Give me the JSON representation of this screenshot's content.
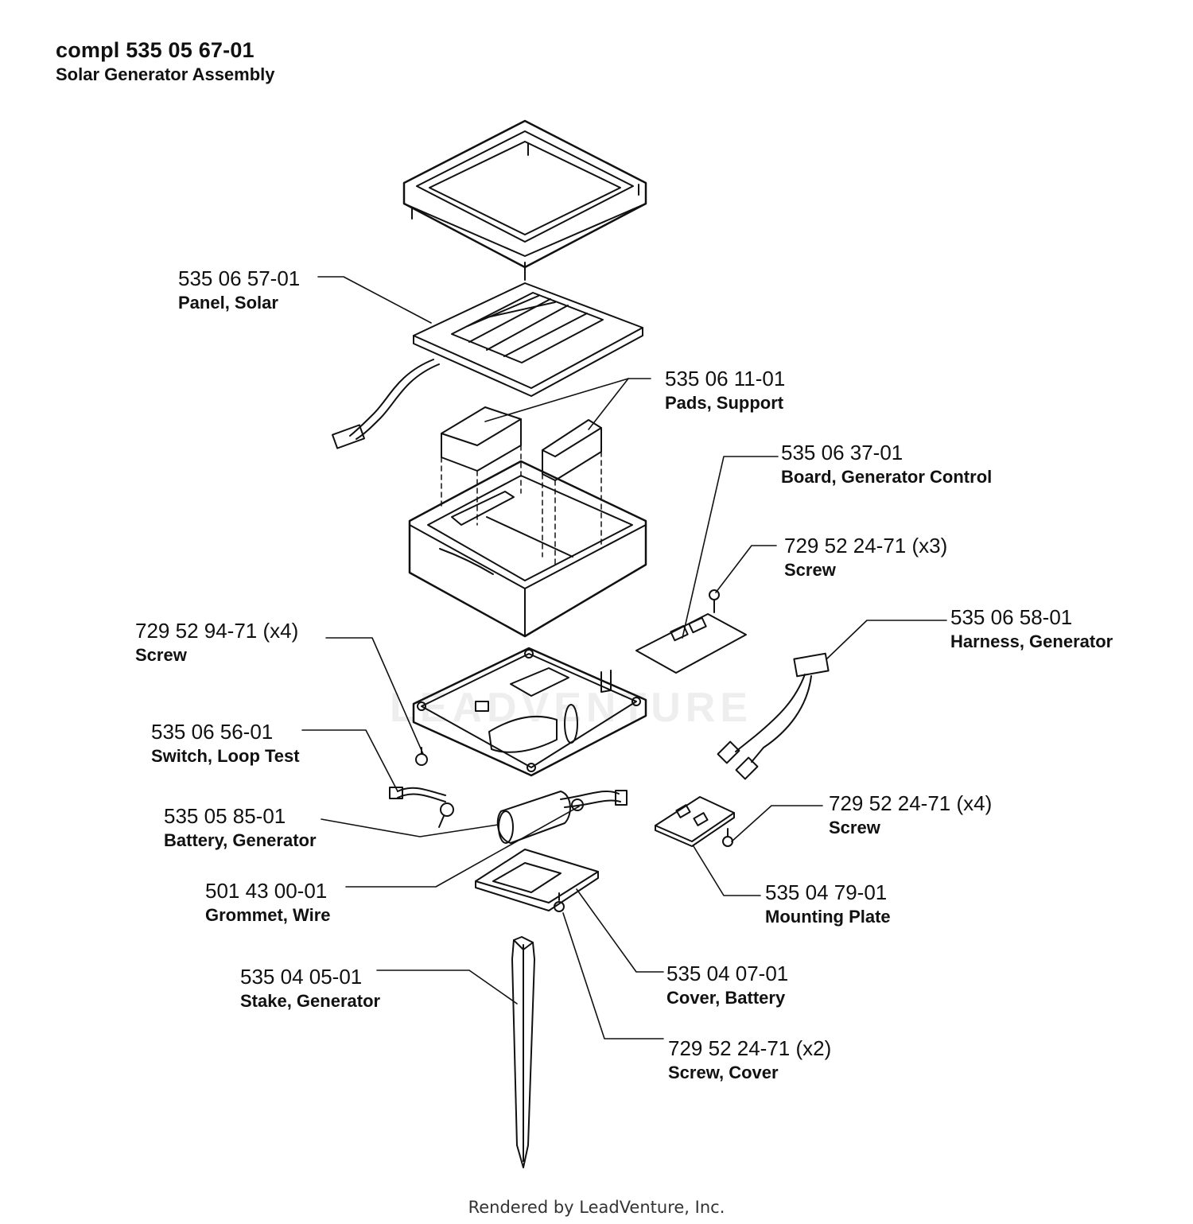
{
  "header": {
    "title": "compl 535 05 67-01",
    "subtitle": "Solar Generator Assembly"
  },
  "parts": [
    {
      "number": "535 06 57-01",
      "name": "Panel, Solar"
    },
    {
      "number": "535 06 11-01",
      "name": "Pads, Support"
    },
    {
      "number": "535 06 37-01",
      "name": "Board, Generator Control"
    },
    {
      "number": "729 52 24-71 (x3)",
      "name": "Screw"
    },
    {
      "number": "535 06 58-01",
      "name": "Harness, Generator"
    },
    {
      "number": "729 52 94-71 (x4)",
      "name": "Screw"
    },
    {
      "number": "535 06 56-01",
      "name": "Switch, Loop Test"
    },
    {
      "number": "535 05 85-01",
      "name": "Battery, Generator"
    },
    {
      "number": "729 52 24-71 (x4)",
      "name": "Screw"
    },
    {
      "number": "501 43 00-01",
      "name": "Grommet, Wire"
    },
    {
      "number": "535 04 79-01",
      "name": "Mounting Plate"
    },
    {
      "number": "535 04 07-01",
      "name": "Cover, Battery"
    },
    {
      "number": "535 04 05-01",
      "name": "Stake, Generator"
    },
    {
      "number": "729 52 24-71 (x2)",
      "name": "Screw, Cover"
    }
  ],
  "watermark": "LEADVENTURE",
  "footer": "Rendered by LeadVenture, Inc."
}
